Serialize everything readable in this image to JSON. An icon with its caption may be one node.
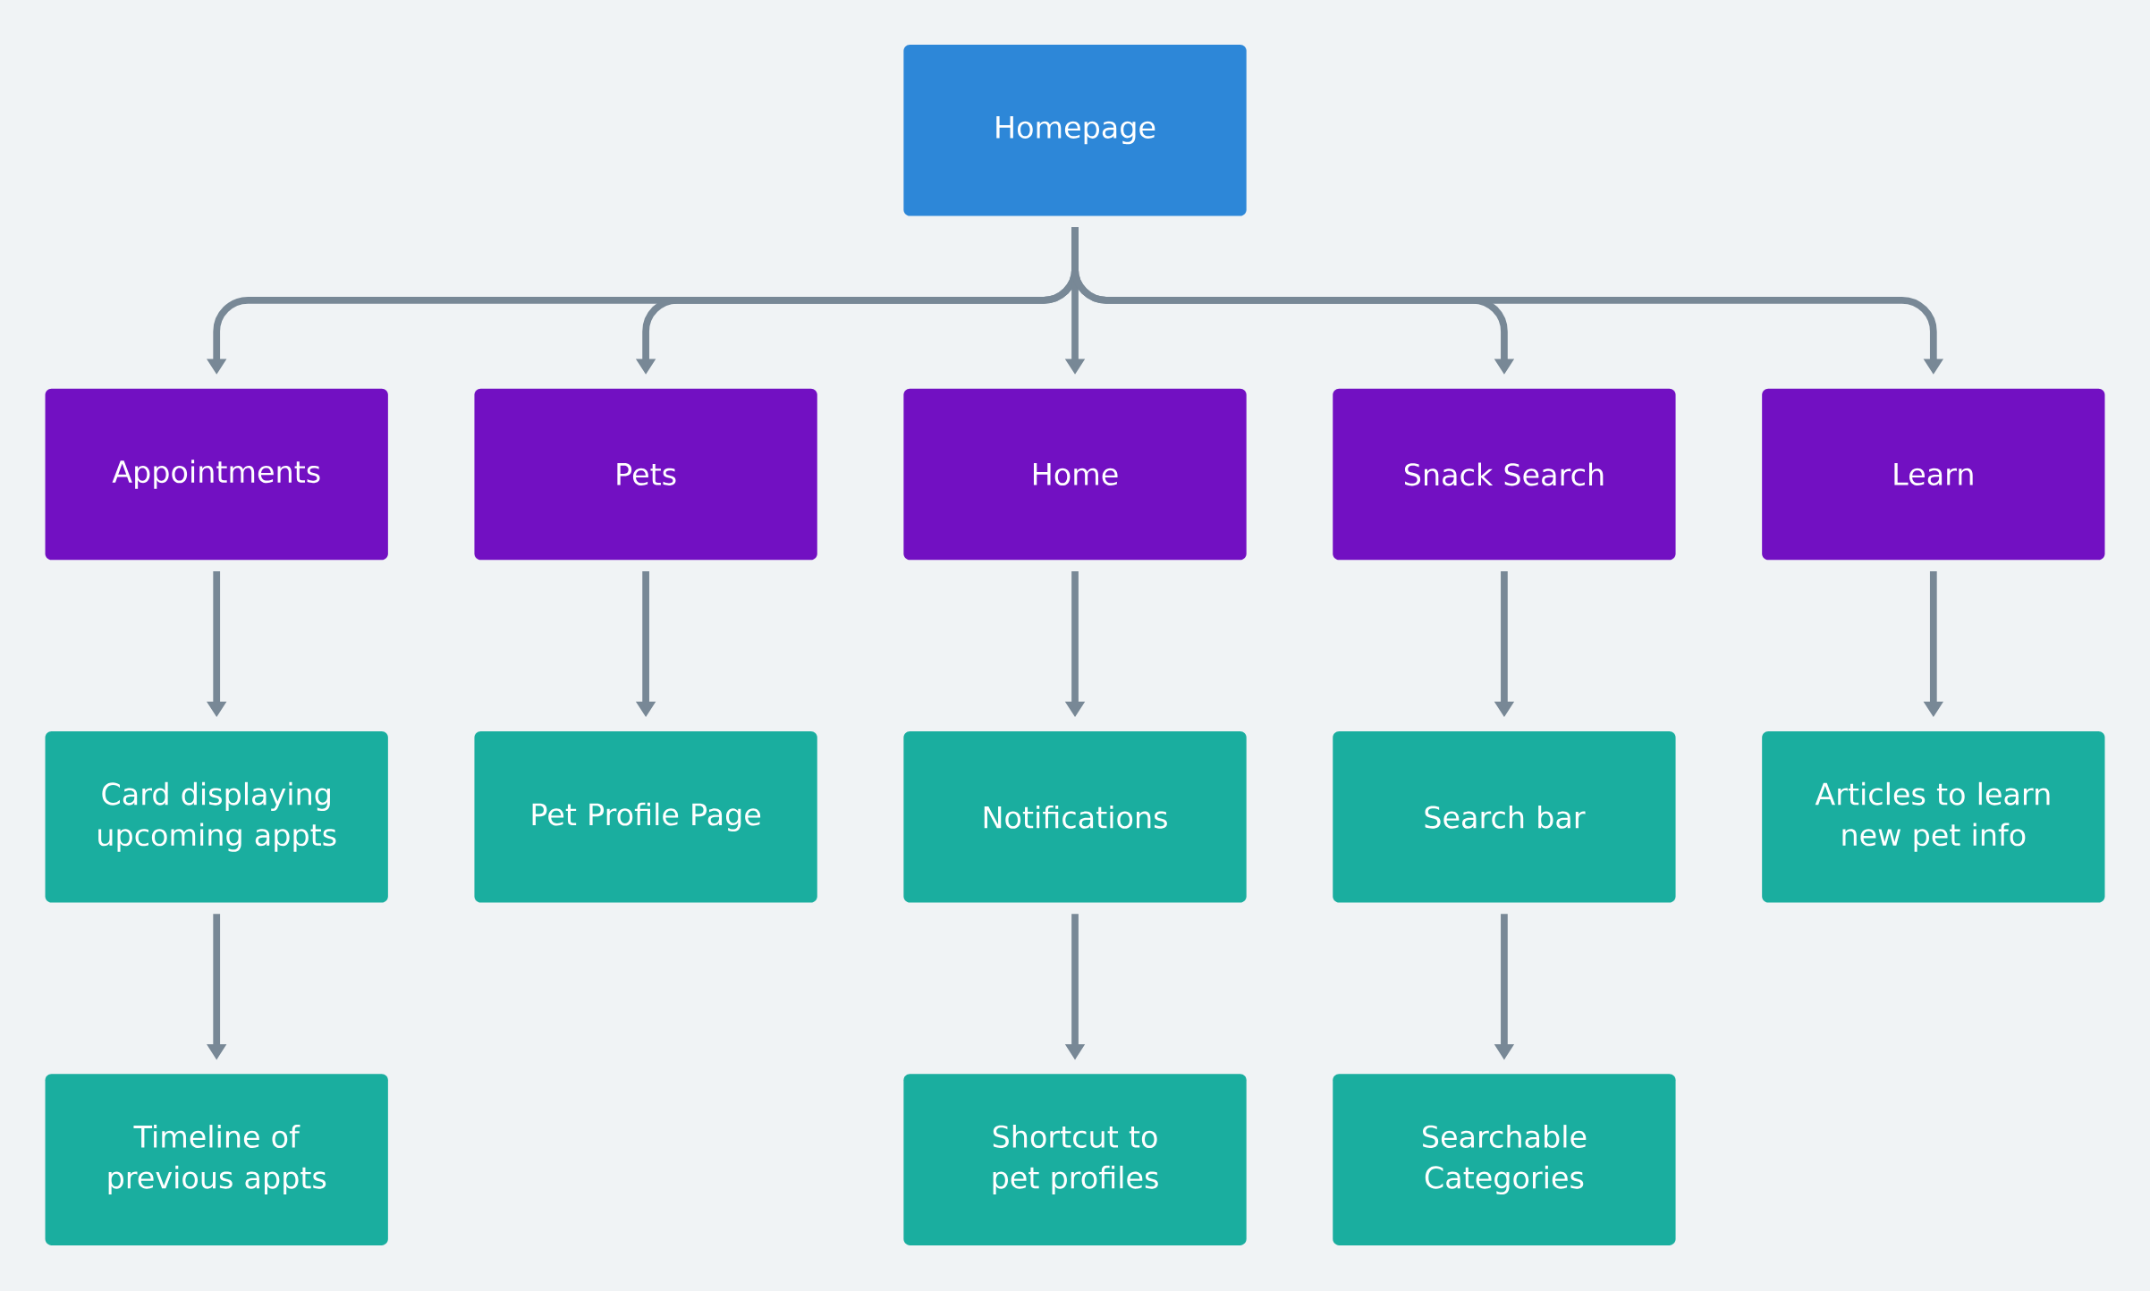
{
  "diagram": {
    "nodes": [
      {
        "text": [
          "Homepage"
        ]
      },
      {
        "text": [
          "Appointments"
        ]
      },
      {
        "text": [
          "Pets"
        ]
      },
      {
        "text": [
          "Home"
        ]
      },
      {
        "text": [
          "Snack Search"
        ]
      },
      {
        "text": [
          "Learn"
        ]
      },
      {
        "text": [
          "Card displaying upcoming appts"
        ]
      },
      {
        "text": [
          "Pet Profile Page"
        ]
      },
      {
        "text": [
          "Notifications"
        ]
      },
      {
        "text": [
          "Search bar"
        ]
      },
      {
        "text": [
          "Articles to learn new pet info"
        ]
      },
      {
        "text": [
          "Timeline of previous appts"
        ]
      },
      {
        "text": [
          "Shortcut to pet profiles"
        ]
      },
      {
        "text": [
          "Searchable Categories"
        ]
      }
    ],
    "edges": [
      {
        "from": 0,
        "to": 1,
        "arrow": "to"
      },
      {
        "from": 0,
        "to": 2,
        "arrow": "to"
      },
      {
        "from": 0,
        "to": 3,
        "arrow": "to"
      },
      {
        "from": 0,
        "to": 4,
        "arrow": "to"
      },
      {
        "from": 0,
        "to": 5,
        "arrow": "to"
      },
      {
        "from": 1,
        "to": 6,
        "arrow": "to"
      },
      {
        "from": 2,
        "to": 7,
        "arrow": "to"
      },
      {
        "from": 3,
        "to": 8,
        "arrow": "to"
      },
      {
        "from": 4,
        "to": 9,
        "arrow": "to"
      },
      {
        "from": 5,
        "to": 10,
        "arrow": "to"
      },
      {
        "from": 6,
        "to": 11,
        "arrow": "to"
      },
      {
        "from": 8,
        "to": 12,
        "arrow": "to"
      },
      {
        "from": 9,
        "to": 13,
        "arrow": "to"
      }
    ]
  }
}
